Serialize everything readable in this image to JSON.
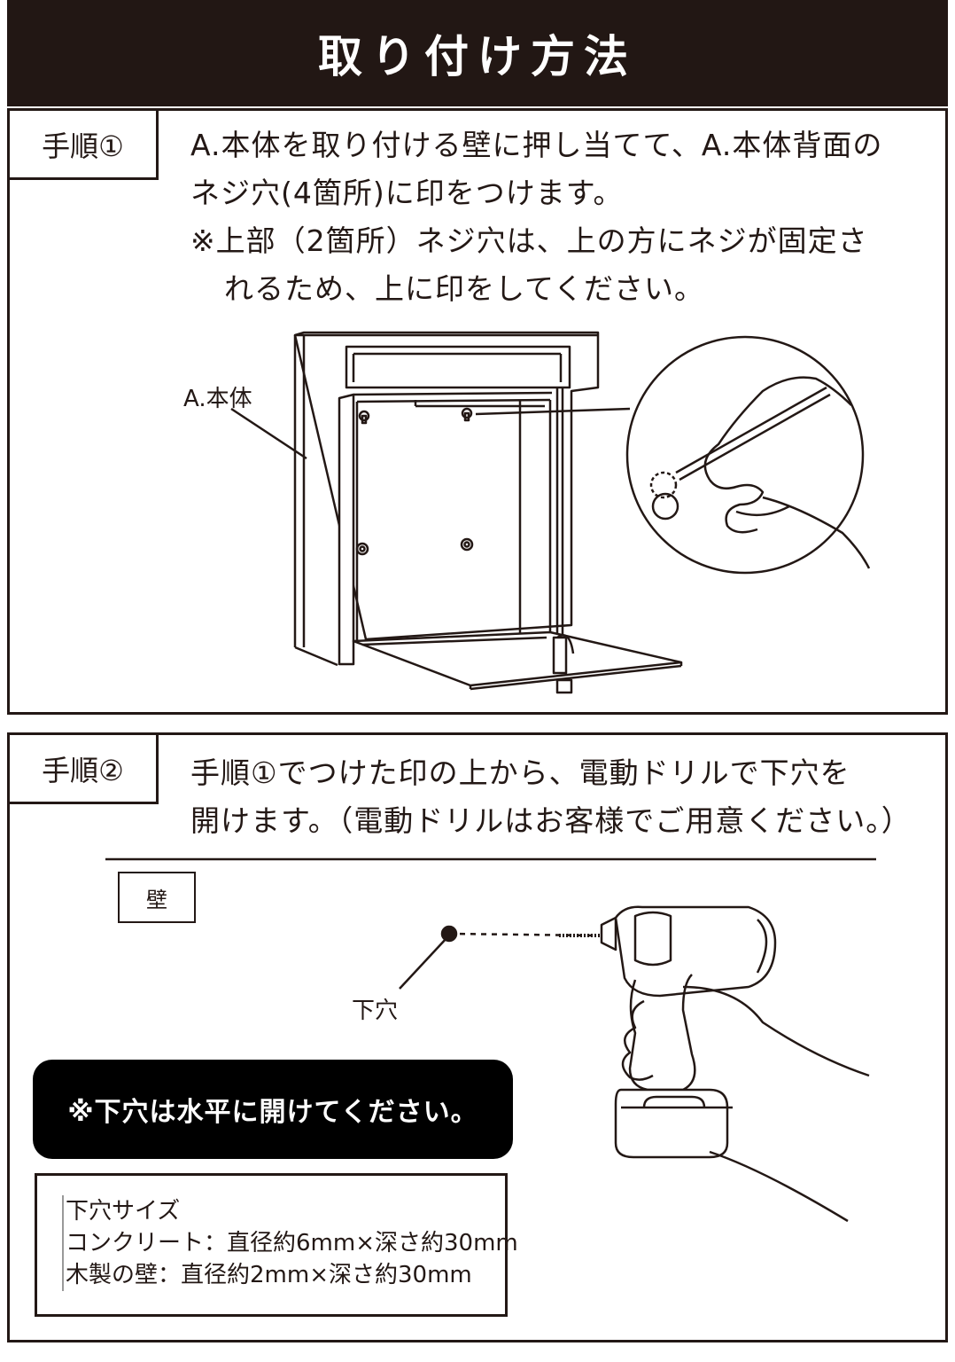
{
  "header": {
    "title": "取り付け方法"
  },
  "step1": {
    "tag": "手順①",
    "lines": [
      "A.本体を取り付ける壁に押し当てて、A.本体背面の",
      "ネジ穴(4箇所)に印をつけます。",
      "※上部（2箇所）ネジ穴は、上の方にネジが固定さ",
      "れるため、上に印をしてください。"
    ],
    "label_body": "A.本体"
  },
  "step2": {
    "tag": "手順②",
    "lines": [
      "手順①でつけた印の上から、電動ドリルで下穴を",
      "開けます。（電動ドリルはお客様でご用意ください。）"
    ],
    "label_wall": "壁",
    "label_pilot_hole": "下穴",
    "note": "※下穴は水平に開けてください。",
    "size_box": {
      "title": "下穴サイズ",
      "concrete": "コンクリート：直径約6mm×深さ約30mm",
      "wood": "木製の壁：直径約2mm×深さ約30mm"
    }
  },
  "colors": {
    "ink": "#231815",
    "header_bg": "#221714",
    "note_bg": "#000000"
  },
  "icons": [
    "mailbox-illustration",
    "hand-pen-icon",
    "power-drill-icon"
  ]
}
